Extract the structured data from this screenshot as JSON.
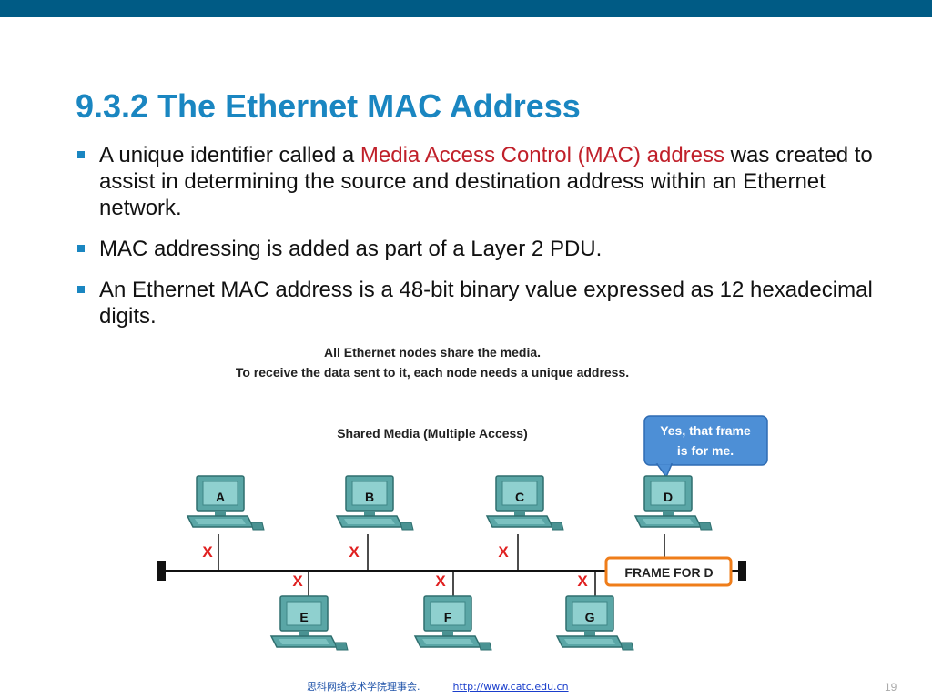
{
  "slide": {
    "title": "9.3.2 The Ethernet MAC Address",
    "bullets": [
      {
        "text_before": "A unique identifier called a ",
        "highlight": "Media Access Control (MAC) address",
        "text_after": " was created to assist in determining the source and destination address within an Ethernet network."
      },
      {
        "text_before": "MAC addressing is added as part of a Layer 2 PDU.",
        "highlight": "",
        "text_after": ""
      },
      {
        "text_before": "An Ethernet MAC address is a 48-bit binary value expressed as 12 hexadecimal digits.",
        "highlight": "",
        "text_after": ""
      }
    ],
    "page_number": "19",
    "colors": {
      "title": "#1a86c1",
      "highlight": "#c0202a",
      "topbar": "#005b85"
    }
  },
  "diagram": {
    "caption_line1": "All Ethernet nodes share the media.",
    "caption_line2": "To receive the data sent to it, each node needs a unique address.",
    "media_label": "Shared Media (Multiple Access)",
    "callout_line1": "Yes, that frame",
    "callout_line2": "is for me.",
    "frame_label": "FRAME FOR D",
    "reject_mark": "X",
    "nodes": [
      "A",
      "B",
      "C",
      "D",
      "E",
      "F",
      "G"
    ],
    "colors": {
      "computer": "#4a9a9a",
      "reject": "#e02020",
      "frame_border": "#ef7d1a",
      "callout": "#4d8fd6"
    }
  },
  "footer": {
    "org": "思科网络技术学院理事会.",
    "url": "http://www.catc.edu.cn"
  }
}
